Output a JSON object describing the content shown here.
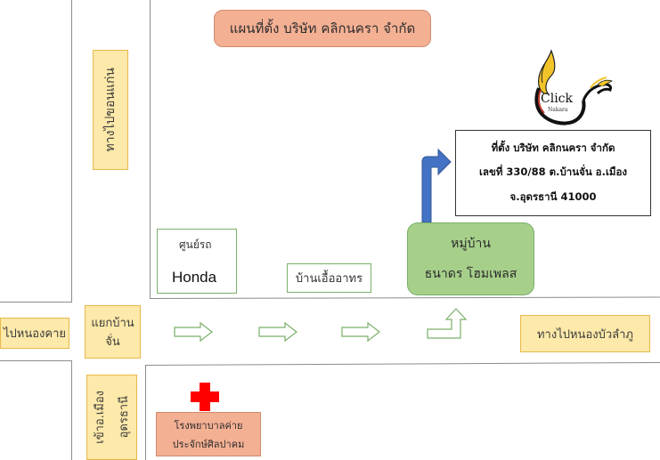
{
  "title": "แผนที่ตั้ง บริษัท คลิกนครา จำกัด",
  "logo": {
    "text": "Click",
    "subtext": "Nakara"
  },
  "company_info": {
    "line1": "ที่ตั้ง บริษัท คลิกนครา จำกัด",
    "line2": "เลขที่ 330/88 ต.บ้านจั่น อ.เมือง",
    "line3": "จ.อุดรธานี 41000"
  },
  "labels": {
    "to_khon_kaen": "ทางไปขอนแก่น",
    "honda_line1": "ศูนย์รถ",
    "honda_line2": "Honda",
    "baan_ua_arthorn": "บ้านเอื้ออาทร",
    "village_line1": "หมู่บ้าน",
    "village_line2": "ธนาดร โฮมเพลส",
    "to_nong_khai": "ไปหนองคาย",
    "junction_line1": "แยกบ้าน",
    "junction_line2": "จั่น",
    "to_nong_bua": "ทางไปหนองบัวลำภู",
    "to_city_line1": "เข้าอ.เมือง",
    "to_city_line2": "อุดรธานี",
    "hospital_line1": "โรงพยาบาลค่าย",
    "hospital_line2": "ประจักษ์ศิลปาคม"
  },
  "colors": {
    "title_fill": "#f4b093",
    "yellow_fill": "#fde9a9",
    "green_fill": "#a6d08a",
    "arrow_blue": "#4472c4",
    "cross_red": "#ff0000"
  }
}
